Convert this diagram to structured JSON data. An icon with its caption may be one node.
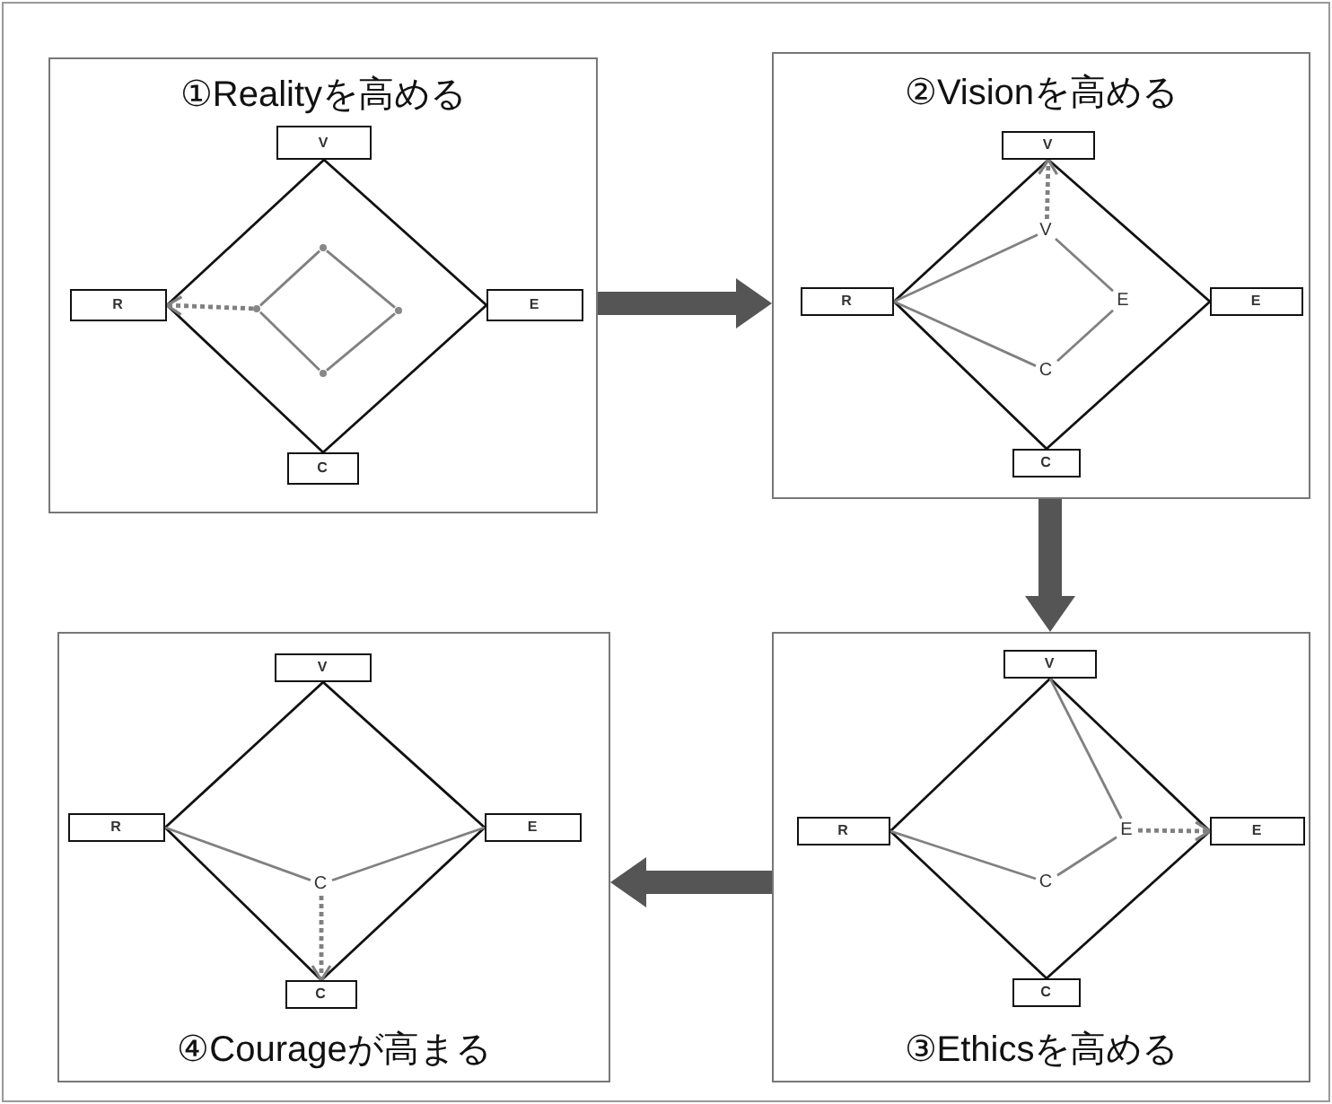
{
  "diagram": {
    "nodes": [
      {
        "text": [
          "①Realityを高める"
        ]
      },
      {
        "text": [
          "V"
        ],
        "in": 0
      },
      {
        "text": [
          "R"
        ],
        "in": 0
      },
      {
        "text": [
          "E"
        ],
        "in": 0
      },
      {
        "text": [
          "C"
        ],
        "in": 0
      },
      {
        "text": [],
        "shape": "dot",
        "in": 0
      },
      {
        "text": [],
        "shape": "dot",
        "in": 0
      },
      {
        "text": [],
        "shape": "dot",
        "in": 0
      },
      {
        "text": [],
        "shape": "dot",
        "in": 0
      },
      {
        "text": [
          "②Visionを高める"
        ]
      },
      {
        "text": [
          "V"
        ],
        "in": 9
      },
      {
        "text": [
          "R"
        ],
        "in": 9
      },
      {
        "text": [
          "E"
        ],
        "in": 9
      },
      {
        "text": [
          "C"
        ],
        "in": 9
      },
      {
        "text": [
          "V"
        ],
        "in": 9
      },
      {
        "text": [
          "E"
        ],
        "in": 9
      },
      {
        "text": [
          "C"
        ],
        "in": 9
      },
      {
        "text": [
          "④Courageが高まる"
        ]
      },
      {
        "text": [
          "V"
        ],
        "in": 17
      },
      {
        "text": [
          "R"
        ],
        "in": 17
      },
      {
        "text": [
          "E"
        ],
        "in": 17
      },
      {
        "text": [
          "C"
        ],
        "in": 17
      },
      {
        "text": [
          "C"
        ],
        "in": 17
      },
      {
        "text": [
          "③Ethicsを高める"
        ]
      },
      {
        "text": [
          "V"
        ],
        "in": 23
      },
      {
        "text": [
          "R"
        ],
        "in": 23
      },
      {
        "text": [
          "E"
        ],
        "in": 23
      },
      {
        "text": [
          "C"
        ],
        "in": 23
      },
      {
        "text": [
          "E"
        ],
        "in": 23
      },
      {
        "text": [
          "C"
        ],
        "in": 23
      }
    ],
    "edges": [
      {
        "from": 1,
        "to": 3,
        "arrow": "none",
        "color": "#111111"
      },
      {
        "from": 3,
        "to": 4,
        "arrow": "none",
        "color": "#111111"
      },
      {
        "from": 4,
        "to": 2,
        "arrow": "none",
        "color": "#111111"
      },
      {
        "from": 2,
        "to": 1,
        "arrow": "none",
        "color": "#111111"
      },
      {
        "from": 5,
        "to": 6,
        "arrow": "none"
      },
      {
        "from": 6,
        "to": 7,
        "arrow": "none"
      },
      {
        "from": 7,
        "to": 8,
        "arrow": "none"
      },
      {
        "from": 8,
        "to": 5,
        "arrow": "none"
      },
      {
        "from": 8,
        "to": 2,
        "arrow": "to",
        "style": "dashed"
      },
      {
        "from": 10,
        "to": 12,
        "arrow": "none",
        "color": "#111111"
      },
      {
        "from": 12,
        "to": 13,
        "arrow": "none",
        "color": "#111111"
      },
      {
        "from": 13,
        "to": 11,
        "arrow": "none",
        "color": "#111111"
      },
      {
        "from": 11,
        "to": 10,
        "arrow": "none",
        "color": "#111111"
      },
      {
        "from": 11,
        "to": 14,
        "arrow": "none"
      },
      {
        "from": 14,
        "to": 15,
        "arrow": "none"
      },
      {
        "from": 15,
        "to": 16,
        "arrow": "none"
      },
      {
        "from": 16,
        "to": 11,
        "arrow": "none"
      },
      {
        "from": 14,
        "to": 10,
        "arrow": "to",
        "style": "dashed"
      },
      {
        "from": 18,
        "to": 20,
        "arrow": "none",
        "color": "#111111"
      },
      {
        "from": 20,
        "to": 21,
        "arrow": "none",
        "color": "#111111"
      },
      {
        "from": 21,
        "to": 19,
        "arrow": "none",
        "color": "#111111"
      },
      {
        "from": 19,
        "to": 18,
        "arrow": "none",
        "color": "#111111"
      },
      {
        "from": 19,
        "to": 22,
        "arrow": "none"
      },
      {
        "from": 22,
        "to": 20,
        "arrow": "none"
      },
      {
        "from": 22,
        "to": 21,
        "arrow": "to",
        "style": "dashed"
      },
      {
        "from": 24,
        "to": 26,
        "arrow": "none",
        "color": "#111111"
      },
      {
        "from": 26,
        "to": 27,
        "arrow": "none",
        "color": "#111111"
      },
      {
        "from": 27,
        "to": 25,
        "arrow": "none",
        "color": "#111111"
      },
      {
        "from": 25,
        "to": 24,
        "arrow": "none",
        "color": "#111111"
      },
      {
        "from": 24,
        "to": 28,
        "arrow": "none"
      },
      {
        "from": 28,
        "to": 29,
        "arrow": "none"
      },
      {
        "from": 29,
        "to": 25,
        "arrow": "none"
      },
      {
        "from": 28,
        "to": 26,
        "arrow": "to",
        "style": "dashed"
      },
      {
        "from": 0,
        "to": 9,
        "arrow": "to",
        "style": "thick",
        "color": "#555555"
      },
      {
        "from": 9,
        "to": 23,
        "arrow": "to",
        "style": "thick",
        "color": "#555555"
      },
      {
        "from": 23,
        "to": 17,
        "arrow": "to",
        "style": "thick",
        "color": "#555555"
      }
    ]
  }
}
